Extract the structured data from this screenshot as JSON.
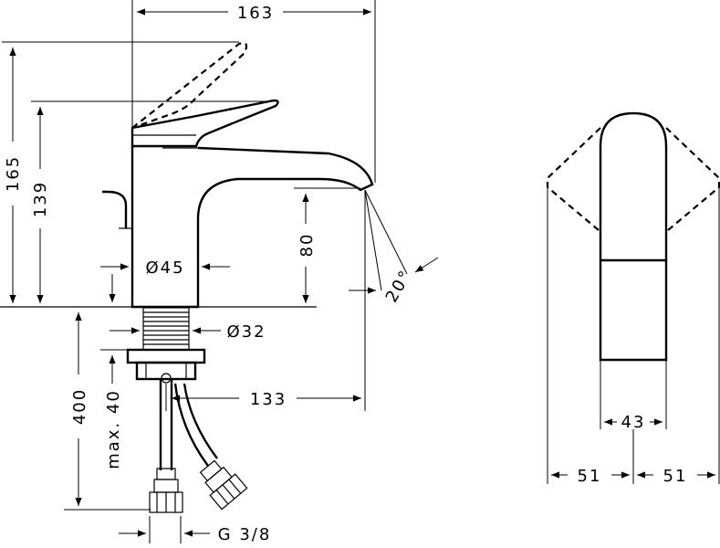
{
  "dimensions": {
    "overall_length": "163",
    "overall_height": "165",
    "spout_height": "139",
    "outlet_height": "80",
    "body_diameter": "Ø45",
    "shank_diameter": "Ø32",
    "spout_reach": "133",
    "angle": "20°",
    "hose_length": "400",
    "max_thickness": "max. 40",
    "thread": "G 3/8",
    "lever_width": "43",
    "left_swing": "51",
    "right_swing": "51"
  }
}
